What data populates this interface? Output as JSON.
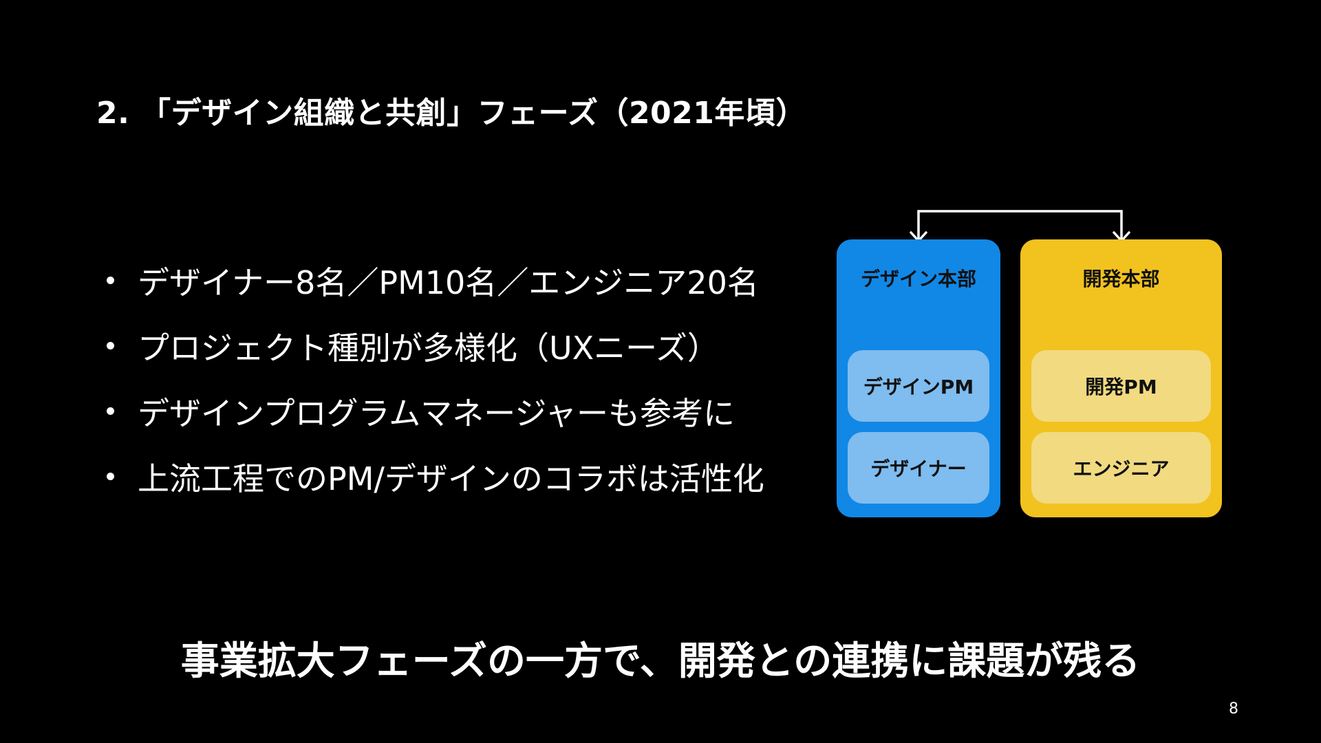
{
  "title": "2. 「デザイン組織と共創」フェーズ（2021年頃）",
  "bullets": [
    "デザイナー8名／PM10名／エンジニア20名",
    "プロジェクト種別が多様化（UXニーズ）",
    "デザインプログラムマネージャーも参考に",
    "上流工程でのPM/デザインのコラボは活性化"
  ],
  "diagram": {
    "design_dept": {
      "title": "デザイン本部",
      "roles": [
        "デザインPM",
        "デザイナー"
      ],
      "color": "#1188e6",
      "role_color": "#7fbcef"
    },
    "dev_dept": {
      "title": "開発本部",
      "roles": [
        "開発PM",
        "エンジニア"
      ],
      "color": "#f2c21f",
      "role_color": "#f1da80"
    },
    "connector_icon": "bidirectional-arrow-icon"
  },
  "conclusion": "事業拡大フェーズの一方で、開発との連携に課題が残る",
  "page_number": "8",
  "colors": {
    "background": "#000000",
    "text": "#ffffff"
  }
}
